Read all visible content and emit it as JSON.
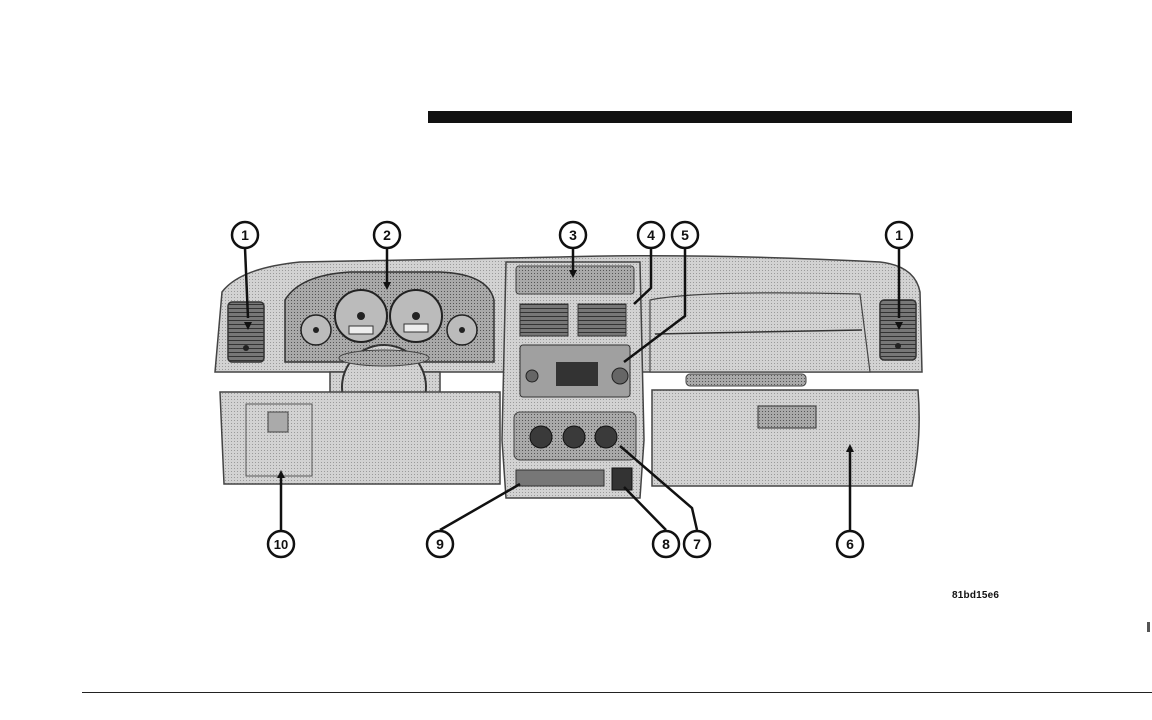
{
  "figure": {
    "code": "81bd15e6",
    "callouts": [
      "1",
      "2",
      "3",
      "4",
      "5",
      "1",
      "10",
      "9",
      "8",
      "7",
      "6"
    ]
  },
  "colors": {
    "ink": "#111111",
    "panel_light": "#cfcfcf",
    "panel_mid": "#b7b7b7",
    "panel_dark": "#8f8f8f"
  }
}
